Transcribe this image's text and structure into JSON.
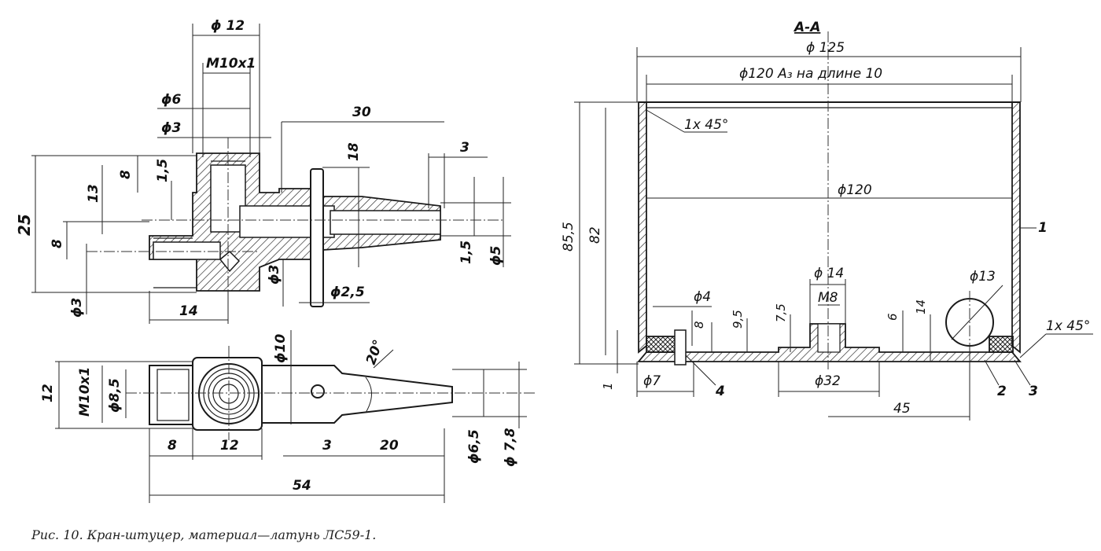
{
  "caption": "Рис. 10. Кран-штуцер, материал—латунь ЛС59-1.",
  "left_top_view": {
    "d12": "ϕ 12",
    "m10x1": "M10x1",
    "d6": "ϕ6",
    "d3_top": "ϕ3",
    "dim30": "30",
    "dim3": "3",
    "dim18": "18",
    "dim8_v": "8",
    "dim1_5_v": "1,5",
    "dim13": "13",
    "dim25": "25",
    "dim8_left": "8",
    "d3_bottom": "ϕ3",
    "dim14": "14",
    "d3_mid": "ϕ3",
    "d2_5": "ϕ2,5",
    "dim1_5_r": "1,5",
    "d5": "ϕ5"
  },
  "left_bottom_view": {
    "dim12_v": "12",
    "m10x1_v": "M10x1",
    "d8_5": "ϕ8,5",
    "d10": "ϕ10",
    "angle20": "20°",
    "dim8_h": "8",
    "dim12_h": "12",
    "dim3_h": "3",
    "dim20": "20",
    "d6_5": "ϕ6,5",
    "d7_8": "ϕ 7,8",
    "dim54": "54"
  },
  "section_view": {
    "section_label": "A-A",
    "d125": "ϕ 125",
    "d120a3": "ϕ120 A₃  на  длине 10",
    "chamfer_top": "1x 45°",
    "d120": "ϕ120",
    "dim85_5": "85,5",
    "dim82": "82",
    "label1": "1",
    "d4": "ϕ4",
    "dim8": "8",
    "dim9_5": "9,5",
    "dim7_5": "7,5",
    "d14": "ϕ 14",
    "m8": "M8",
    "dim6": "6",
    "dim14": "14",
    "d13": "ϕ13",
    "chamfer_bottom": "1x 45°",
    "dim1": "1",
    "d7": "ϕ7",
    "label4": "4",
    "d32": "ϕ32",
    "label2": "2",
    "label3": "3",
    "dim45": "45"
  }
}
